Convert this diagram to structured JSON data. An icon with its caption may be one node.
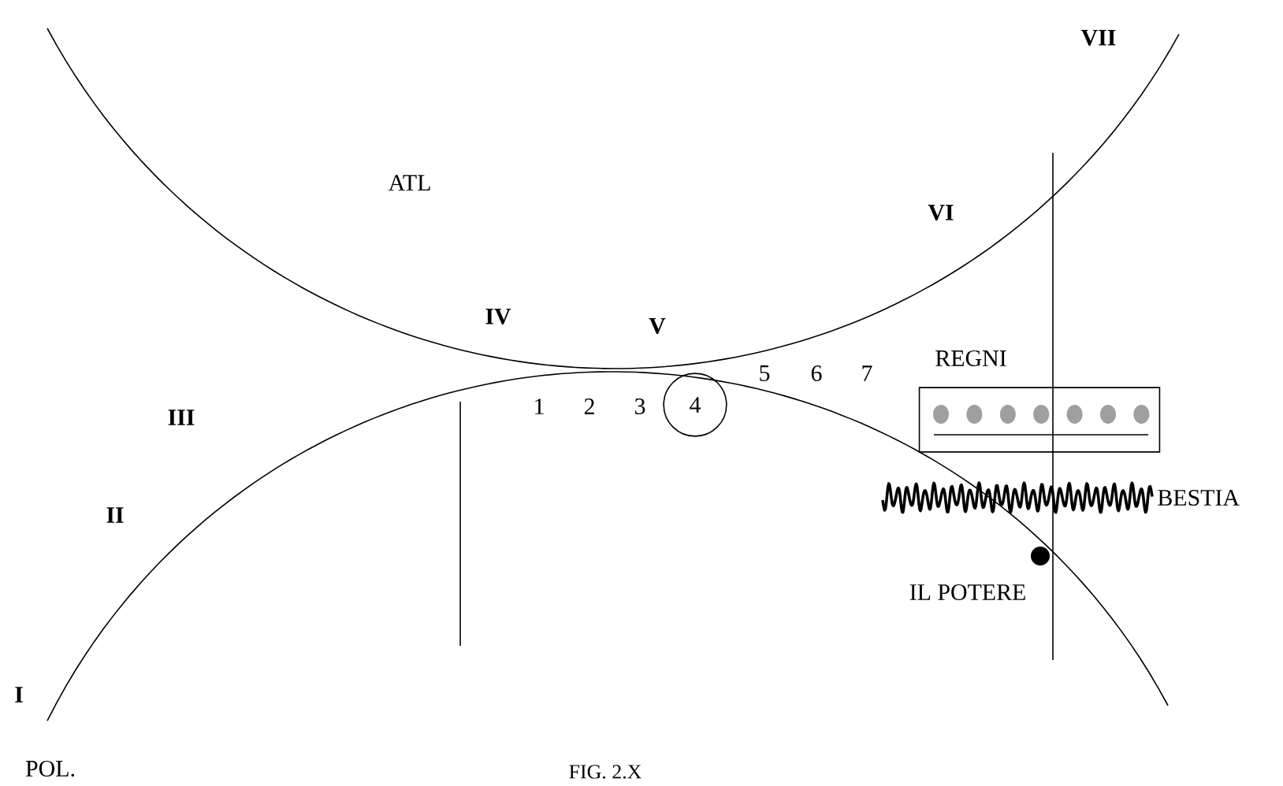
{
  "diagram": {
    "caption": "FIG. 2.X",
    "nodes": [
      {
        "text": [
          "4"
        ]
      },
      {
        "text": [
          "REGNI"
        ]
      }
    ],
    "labels": [
      "VII",
      "ATL",
      "VI",
      "IV",
      "V",
      "III",
      "1",
      "2",
      "3",
      "5",
      "6",
      "7",
      "II",
      "BESTIA",
      "IL POTERE",
      "I",
      "POL."
    ]
  }
}
